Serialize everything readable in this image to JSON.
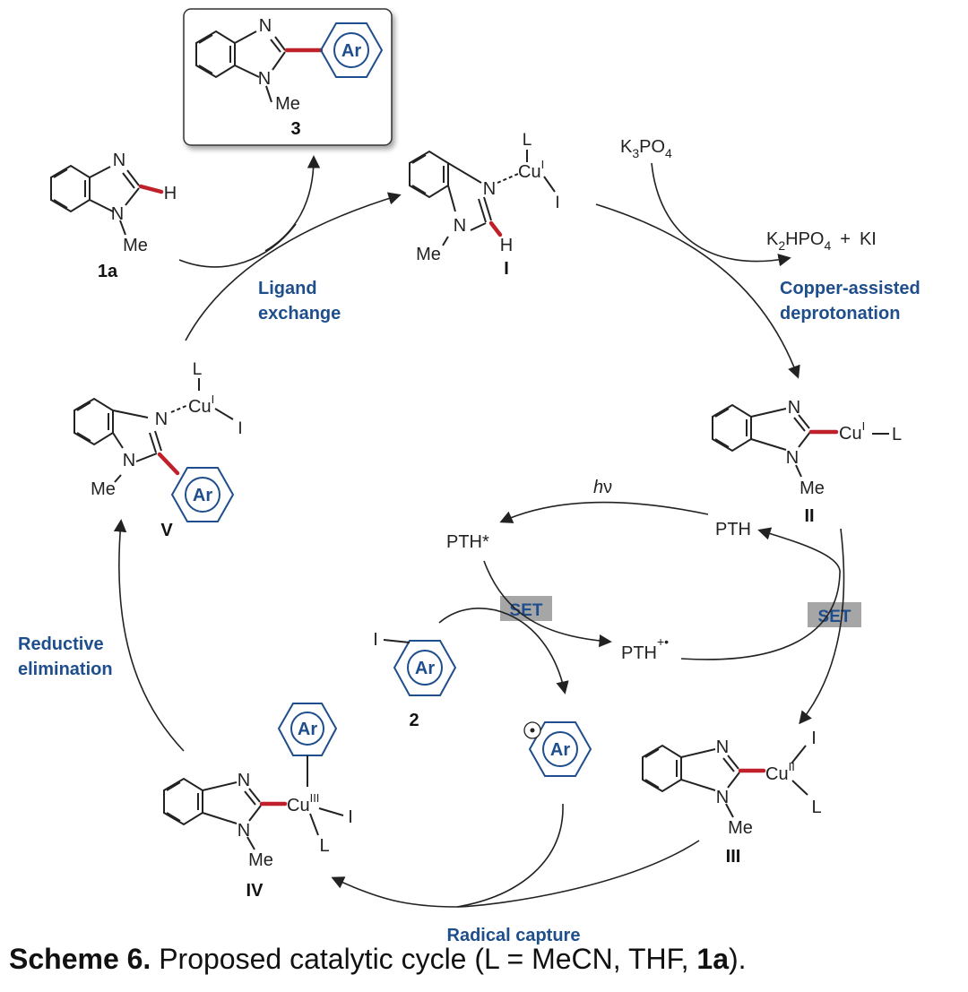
{
  "product": {
    "number": "3",
    "ar": "Ar",
    "n_top": "N",
    "n_bot": "N",
    "me": "Me"
  },
  "substrate_1a": {
    "number": "1a",
    "n_top": "N",
    "n_bot": "N",
    "h": "H",
    "me": "Me"
  },
  "complex_I": {
    "number": "I",
    "l": "L",
    "cu": "Cu",
    "cu_ox": "I",
    "i": "I",
    "n_top": "N",
    "n_bot": "N",
    "h": "H",
    "me": "Me"
  },
  "complex_II": {
    "number": "II",
    "cu": "Cu",
    "cu_ox": "I",
    "l": "L",
    "n_top": "N",
    "n_bot": "N",
    "me": "Me"
  },
  "complex_III": {
    "number": "III",
    "cu": "Cu",
    "cu_ox": "II",
    "i": "I",
    "l": "L",
    "n_top": "N",
    "n_bot": "N",
    "me": "Me"
  },
  "complex_IV": {
    "number": "IV",
    "cu": "Cu",
    "cu_ox": "III",
    "ar": "Ar",
    "i": "I",
    "l": "L",
    "n_top": "N",
    "n_bot": "N",
    "me": "Me"
  },
  "complex_V": {
    "number": "V",
    "l": "L",
    "cu": "Cu",
    "cu_ox": "I",
    "i": "I",
    "ar": "Ar",
    "n_top": "N",
    "n_bot": "N",
    "me": "Me"
  },
  "aryl_iodide_2": {
    "number": "2",
    "i": "I",
    "ar": "Ar"
  },
  "aryl_radical": {
    "ar": "Ar"
  },
  "reagents": {
    "base": {
      "k": "K",
      "k_sub": "3",
      "po": "PO",
      "po_sub": "4"
    },
    "byproducts": {
      "k": "K",
      "k_sub": "2",
      "hpo": "HPO",
      "hpo_sub": "4",
      "plus": "+",
      "ki": "KI"
    }
  },
  "photocatalyst": {
    "pth": "PTH",
    "pth_star": "PTH*",
    "pth_cation": "PTH",
    "cation_sup": "+•",
    "hv_h": "h",
    "hv_nu": "ν"
  },
  "set_labels": [
    "SET",
    "SET"
  ],
  "step_labels": {
    "ligand_exchange": [
      "Ligand",
      "exchange"
    ],
    "copper_deprotonation": [
      "Copper-assisted",
      "deprotonation"
    ],
    "reductive_elimination": [
      "Reductive",
      "elimination"
    ],
    "radical_capture": "Radical capture"
  },
  "caption": {
    "scheme_label": "Scheme 6.",
    "text": " Proposed catalytic cycle (L = MeCN, THF, ",
    "bold_ref": "1a",
    "end": ")."
  },
  "colors": {
    "highlight_bond": "#c0202a",
    "aryl_blue": "#1f4e8c",
    "set_box": "#a6a6a6"
  }
}
